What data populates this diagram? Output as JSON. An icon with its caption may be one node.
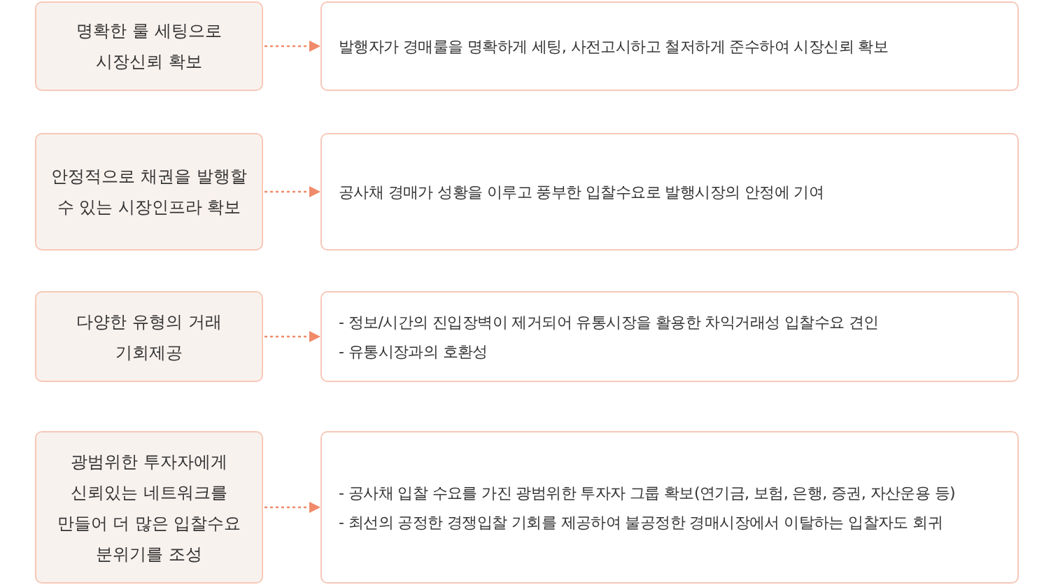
{
  "diagram": {
    "nodes": [
      {
        "text": [
          "명확한 룰 세팅으로 시장신뢰 확보"
        ]
      },
      {
        "text": [
          "발행자가 경매룰을 명확하게 세팅, 사전고시하고 철저하게 준수하여 시장신뢰 확보"
        ]
      },
      {
        "text": [
          "안정적으로 채권을 발행할 수 있는 시장인프라 확보"
        ]
      },
      {
        "text": [
          "공사채 경매가 성황을 이루고 풍부한 입찰수요로 발행시장의 안정에 기여"
        ]
      },
      {
        "text": [
          "다양한 유형의 거래 기회제공"
        ]
      },
      {
        "text": [
          "- 정보/시간의 진입장벽이 제거되어 유통시장을 활용한 차익거래성 입찰수요 견인",
          "- 유통시장과의 호환성"
        ]
      },
      {
        "text": [
          "광범위한 투자자에게 신뢰있는 네트워크를 만들어 더 많은 입찰수요 분위기를 조성"
        ]
      },
      {
        "text": [
          "- 공사채 입찰 수요를 가진 광범위한 투자자 그룹 확보(연기금, 보험, 은행, 증권, 자산운용 등)",
          "- 최선의 공정한 경쟁입찰 기회를 제공하여 불공정한 경매시장에서 이탈하는 입찰자도 회귀"
        ]
      }
    ],
    "edges": [
      {
        "from": 0,
        "to": 1,
        "arrow": "to",
        "style": "dashed"
      },
      {
        "from": 2,
        "to": 3,
        "arrow": "to",
        "style": "dashed"
      },
      {
        "from": 4,
        "to": 5,
        "arrow": "to",
        "style": "dashed"
      },
      {
        "from": 6,
        "to": 7,
        "arrow": "to",
        "style": "dashed"
      }
    ]
  }
}
